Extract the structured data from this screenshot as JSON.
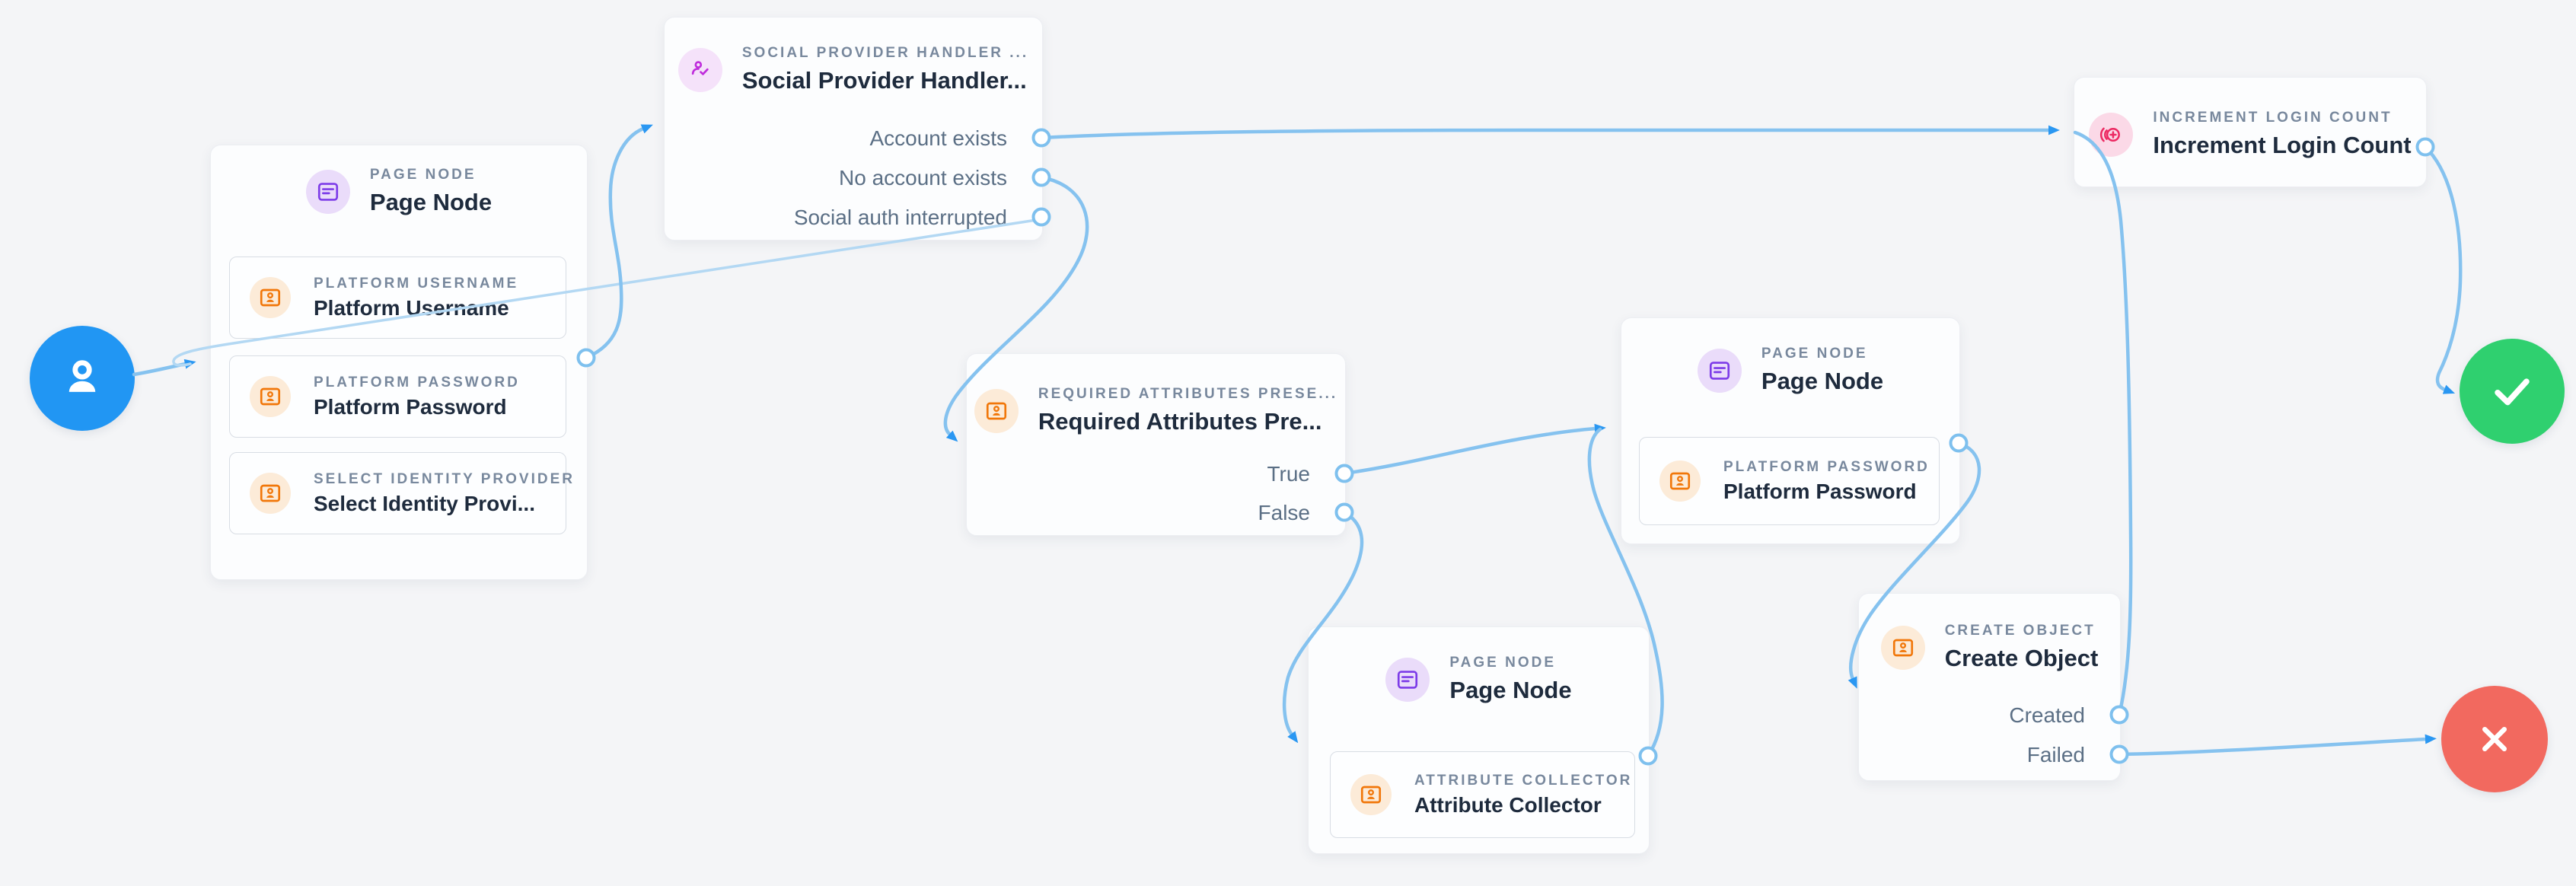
{
  "app": {
    "name": "Authentication journey editor canvas"
  },
  "colors": {
    "background": "#f4f5f7",
    "connector": "#85c2ef",
    "arrow": "#2a97f2",
    "start_node": "#2196f3",
    "success_node": "#2fd06f",
    "failure_node": "#f2695f",
    "purple_icon": "#7d3ce8",
    "orange_icon": "#f1770a",
    "magenta_icon": "#bf2cdc",
    "pink_icon": "#ec2a63"
  },
  "nodes": {
    "start": {
      "icon": "person-icon"
    },
    "success": {
      "icon": "check-icon"
    },
    "failure": {
      "icon": "x-icon"
    },
    "page_node_left": {
      "type_label": "PAGE NODE",
      "title": "Page Node",
      "icon": "page-node-icon",
      "children": [
        {
          "type_label": "PLATFORM USERNAME",
          "title": "Platform Username",
          "icon": "contact-card-icon"
        },
        {
          "type_label": "PLATFORM PASSWORD",
          "title": "Platform Password",
          "icon": "contact-card-icon"
        },
        {
          "type_label": "SELECT IDENTITY PROVIDER",
          "title": "Select Identity Provi...",
          "icon": "contact-card-icon"
        }
      ]
    },
    "social_provider_handler": {
      "type_label": "SOCIAL PROVIDER HANDLER ...",
      "title": "Social Provider Handler...",
      "icon": "person-check-icon",
      "outputs": [
        "Account exists",
        "No account exists",
        "Social auth interrupted"
      ]
    },
    "required_attributes_present": {
      "type_label": "REQUIRED ATTRIBUTES PRESE...",
      "title": "Required Attributes Pre...",
      "icon": "contact-card-icon",
      "outputs": [
        "True",
        "False"
      ]
    },
    "page_node_password": {
      "type_label": "PAGE NODE",
      "title": "Page Node",
      "icon": "page-node-icon",
      "children": [
        {
          "type_label": "PLATFORM PASSWORD",
          "title": "Platform Password",
          "icon": "contact-card-icon"
        }
      ]
    },
    "page_node_collector": {
      "type_label": "PAGE NODE",
      "title": "Page Node",
      "icon": "page-node-icon",
      "children": [
        {
          "type_label": "ATTRIBUTE COLLECTOR",
          "title": "Attribute Collector",
          "icon": "contact-card-icon"
        }
      ]
    },
    "create_object": {
      "type_label": "CREATE OBJECT",
      "title": "Create Object",
      "icon": "contact-card-icon",
      "outputs": [
        "Created",
        "Failed"
      ]
    },
    "increment_login_count": {
      "type_label": "INCREMENT LOGIN COUNT",
      "title": "Increment Login Count",
      "icon": "increment-icon"
    }
  },
  "connections": [
    {
      "from": "start",
      "to": "page_node_left"
    },
    {
      "from": "page_node_left",
      "to": "social_provider_handler"
    },
    {
      "from": "social_provider_handler",
      "output": "Account exists",
      "to": "increment_login_count"
    },
    {
      "from": "social_provider_handler",
      "output": "No account exists",
      "to": "required_attributes_present"
    },
    {
      "from": "social_provider_handler",
      "output": "Social auth interrupted",
      "to": "page_node_left"
    },
    {
      "from": "required_attributes_present",
      "output": "True",
      "to": "page_node_password"
    },
    {
      "from": "required_attributes_present",
      "output": "False",
      "to": "page_node_collector"
    },
    {
      "from": "page_node_collector",
      "to": "page_node_password"
    },
    {
      "from": "page_node_password",
      "to": "create_object"
    },
    {
      "from": "create_object",
      "output": "Created",
      "to": "increment_login_count"
    },
    {
      "from": "create_object",
      "output": "Failed",
      "to": "failure"
    },
    {
      "from": "increment_login_count",
      "to": "success"
    }
  ]
}
